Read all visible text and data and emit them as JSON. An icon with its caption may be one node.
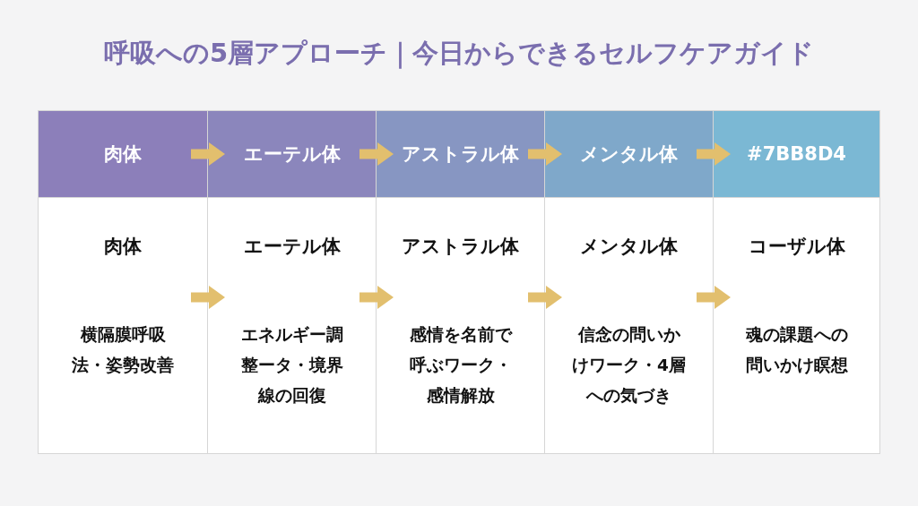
{
  "diagram": {
    "title": "呼吸への5層アプローチ｜今日からできるセルフケアガイド",
    "nodes": [
      {
        "text": [
          "肉体"
        ]
      },
      {
        "text": [
          "エーテル体"
        ]
      },
      {
        "text": [
          "アストラル体"
        ]
      },
      {
        "text": [
          "メンタル体"
        ]
      },
      {
        "text": [
          "#7BB8D4"
        ]
      },
      {
        "text": [
          "肉体",
          "横隔膜呼吸法・姿勢改善"
        ]
      },
      {
        "text": [
          "エーテル体",
          "エネルギー調整ータ・境界線の回復"
        ]
      },
      {
        "text": [
          "アストラル体",
          "感情を名前で呼ぶワーク・感情解放"
        ]
      },
      {
        "text": [
          "メンタル体",
          "信念の問いかけワーク・4層への気づき"
        ]
      },
      {
        "text": [
          "コーザル体",
          "魂の課題への問いかけ瞑想"
        ]
      }
    ],
    "edges": [
      {
        "from": 0,
        "to": 1,
        "arrow": "to"
      },
      {
        "from": 1,
        "to": 2,
        "arrow": "to"
      },
      {
        "from": 2,
        "to": 3,
        "arrow": "to"
      },
      {
        "from": 3,
        "to": 4,
        "arrow": "to"
      },
      {
        "from": 5,
        "to": 6,
        "arrow": "to"
      },
      {
        "from": 6,
        "to": 7,
        "arrow": "to"
      },
      {
        "from": 7,
        "to": 8,
        "arrow": "to"
      },
      {
        "from": 8,
        "to": 9,
        "arrow": "to"
      }
    ]
  }
}
